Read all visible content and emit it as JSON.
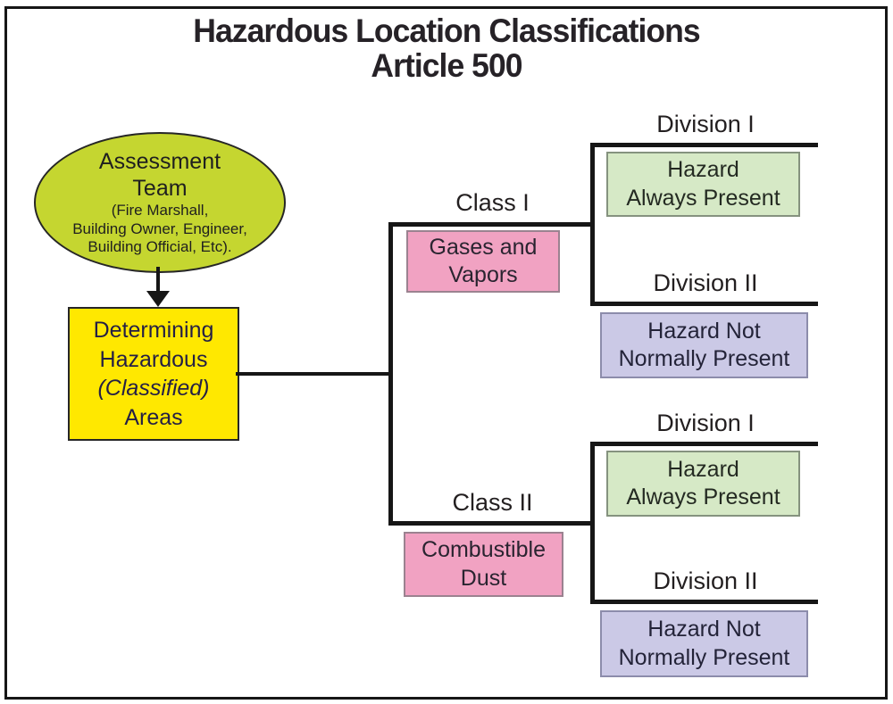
{
  "title": {
    "line1": "Hazardous Location Classifications",
    "line2": "Article 500"
  },
  "assessment": {
    "line1": "Assessment",
    "line2": "Team",
    "sub1": "(Fire Marshall,",
    "sub2": "Building Owner, Engineer,",
    "sub3": "Building Official, Etc)."
  },
  "determining": {
    "line1": "Determining",
    "line2": "Hazardous",
    "line3": "(Classified)",
    "line4": "Areas"
  },
  "branches": [
    {
      "class_label": "Class I",
      "material": [
        "Gases and",
        "Vapors"
      ],
      "divisions": [
        {
          "label": "Division I",
          "hazard": [
            "Hazard",
            "Always Present"
          ]
        },
        {
          "label": "Division II",
          "hazard": [
            "Hazard Not",
            "Normally Present"
          ]
        }
      ]
    },
    {
      "class_label": "Class II",
      "material": [
        "Combustible",
        "Dust"
      ],
      "divisions": [
        {
          "label": "Division I",
          "hazard": [
            "Hazard",
            "Always Present"
          ]
        },
        {
          "label": "Division II",
          "hazard": [
            "Hazard Not",
            "Normally Present"
          ]
        }
      ]
    }
  ],
  "colors": {
    "assessment_fill": "#c5d630",
    "determining_fill": "#ffe800",
    "material_fill": "#f1a2c2",
    "division1_fill": "#d6e9c6",
    "division2_fill": "#cbc9e6",
    "line": "#161616"
  }
}
